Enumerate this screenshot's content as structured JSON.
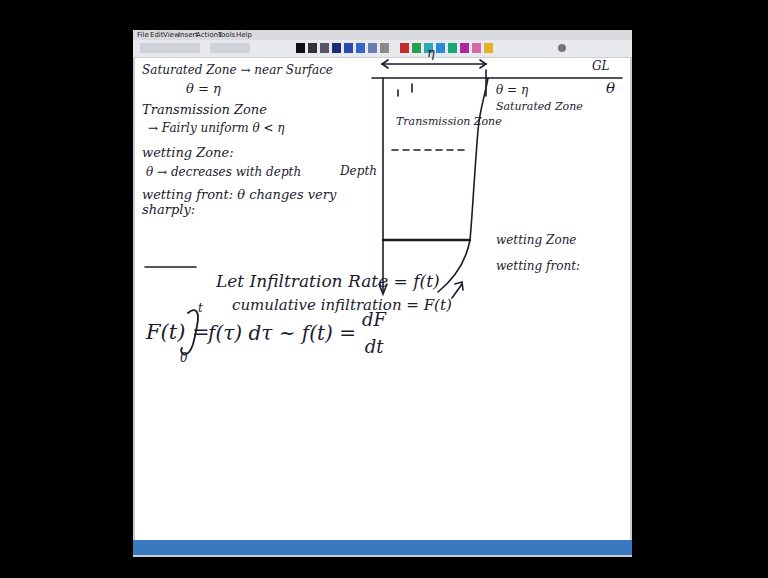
{
  "diagram": {
    "labels": [
      "File",
      "Edit",
      "View",
      "Insert",
      "Actions",
      "Tools",
      "Help",
      "Saturated Zone → near Surface",
      "θ = η",
      "Transmission Zone",
      "→ Fairly uniform θ < η",
      "wetting Zone:",
      "θ → decreases with depth",
      "wetting front: θ changes very sharply:",
      "η",
      "GL",
      "θ",
      "θ = η",
      "Saturated Zone",
      "Transmission Zone",
      "Depth",
      "wetting Zone",
      "wetting front:",
      "Let Infiltration Rate = f(t)",
      "cumulative infiltration = F(t)",
      "F(t) =",
      "t",
      "0",
      "f(τ) dτ ~ f(t) =",
      "dF",
      "dt"
    ]
  }
}
